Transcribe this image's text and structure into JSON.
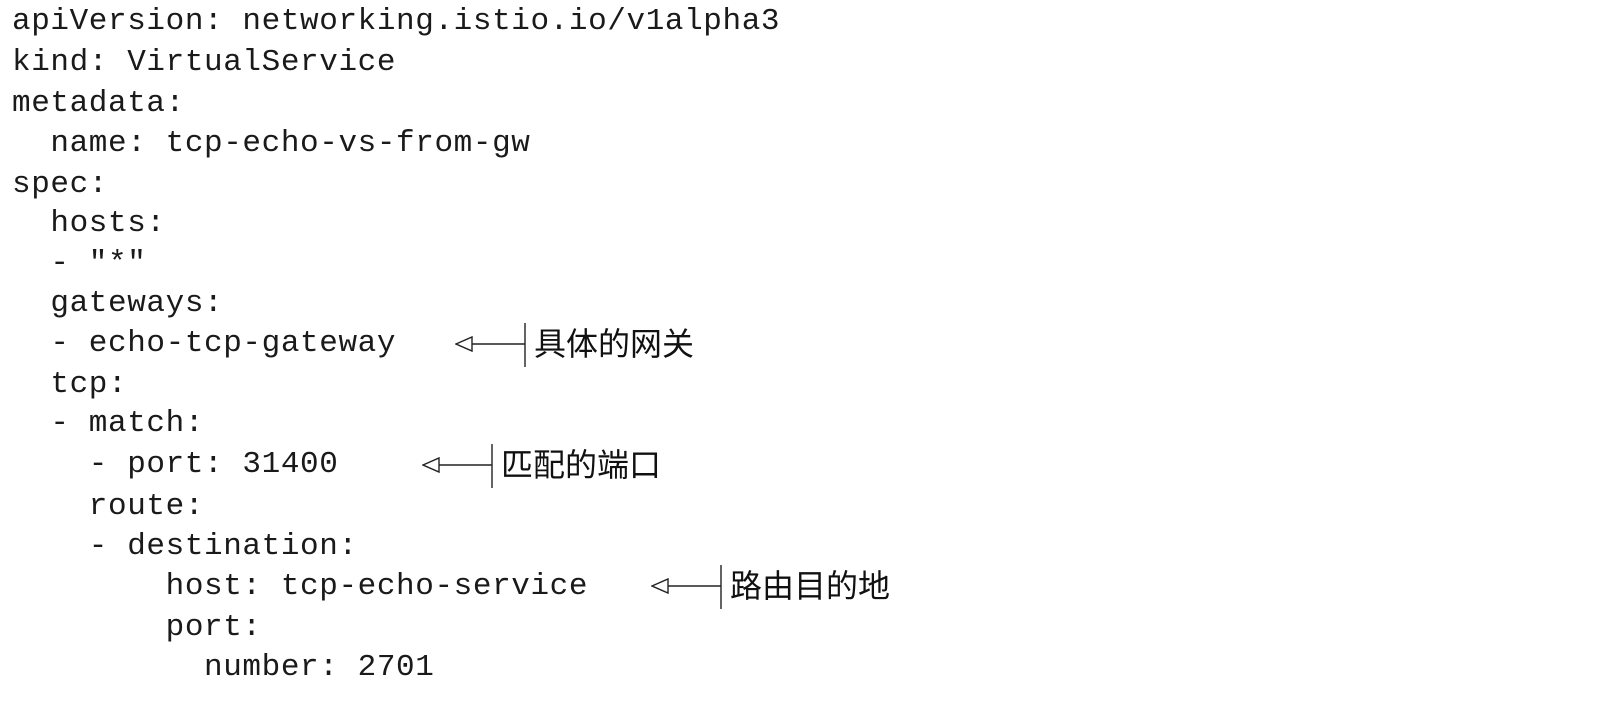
{
  "code": {
    "lines": [
      "apiVersion: networking.istio.io/v1alpha3",
      "kind: VirtualService",
      "metadata:",
      "  name: tcp-echo-vs-from-gw",
      "spec:",
      "  hosts:",
      "  - \"*\"",
      "  gateways:",
      "  - echo-tcp-gateway",
      "  tcp:",
      "  - match:",
      "    - port: 31400",
      "    route:",
      "    - destination:",
      "        host: tcp-echo-service",
      "        port:",
      "          number: 2701"
    ]
  },
  "annotations": {
    "gateway": "具体的网关",
    "port": "匹配的端口",
    "destination": "路由目的地"
  }
}
